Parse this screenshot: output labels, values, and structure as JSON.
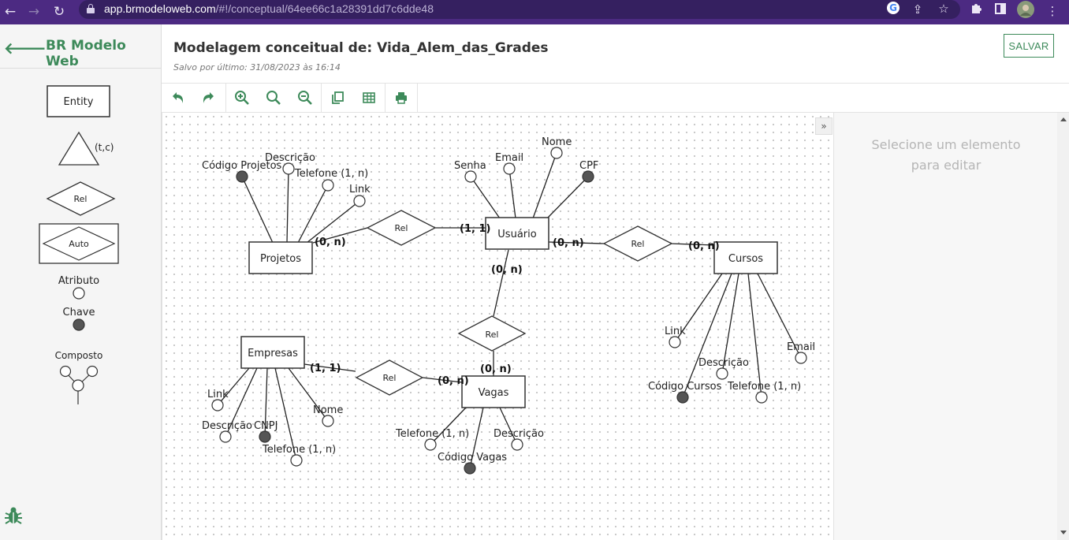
{
  "browser": {
    "url_host": "app.brmodeloweb.com",
    "url_path": "/#!/conceptual/64ee66c1a28391dd7c6dde48"
  },
  "sidebar": {
    "brand": "BR Modelo Web",
    "palette": {
      "entity": "Entity",
      "specialization": "(t,c)",
      "relationship": "Rel",
      "associative": "Auto",
      "attribute": "Atributo",
      "key": "Chave",
      "composite": "Composto"
    }
  },
  "header": {
    "title": "Modelagem conceitual de: Vida_Alem_das_Grades",
    "saved": "Salvo por último: 31/08/2023 às 16:14",
    "save_button": "SALVAR"
  },
  "toolbar": {
    "tools": [
      "undo-icon",
      "redo-icon",
      "zoom-in-icon",
      "zoom-reset-icon",
      "zoom-out-icon",
      "duplicate-icon",
      "table-icon",
      "print-icon"
    ]
  },
  "properties": {
    "hint_line1": "Selecione um elemento",
    "hint_line2": "para editar"
  },
  "diagram": {
    "entities": {
      "projetos": "Projetos",
      "usuario": "Usuário",
      "cursos": "Cursos",
      "empresas": "Empresas",
      "vagas": "Vagas"
    },
    "relationships": {
      "rel1": "Rel",
      "rel2": "Rel",
      "rel3": "Rel",
      "rel4": "Rel"
    },
    "cardinalities": {
      "projetos_rel1": "(0, n)",
      "usuario_rel1": "(1, 1)",
      "usuario_rel2": "(0, n)",
      "cursos_rel2": "(0, n)",
      "usuario_rel3": "(0, n)",
      "vagas_rel3": "(0, n)",
      "empresas_rel4": "(1, 1)",
      "vagas_rel4": "(0, n)"
    },
    "attributes": {
      "projetos_codigo": "Código Projetos",
      "projetos_descricao": "Descrição",
      "projetos_telefone": "Telefone (1, n)",
      "projetos_link": "Link",
      "usuario_senha": "Senha",
      "usuario_email": "Email",
      "usuario_nome": "Nome",
      "usuario_cpf": "CPF",
      "cursos_link": "Link",
      "cursos_descricao": "Descrição",
      "cursos_codigo": "Código Cursos",
      "cursos_telefone": "Telefone (1, n)",
      "cursos_email": "Email",
      "empresas_link": "Link",
      "empresas_descricao": "Descrição",
      "empresas_cnpj": "CNPJ",
      "empresas_telefone": "Telefone (1, n)",
      "empresas_nome": "Nome",
      "vagas_telefone": "Telefone (1, n)",
      "vagas_codigo": "Código Vagas",
      "vagas_descricao": "Descrição"
    }
  }
}
